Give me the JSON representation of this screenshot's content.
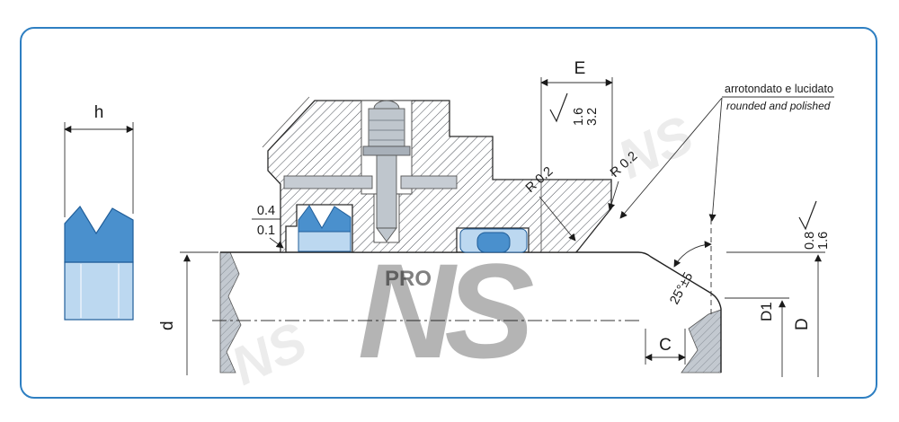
{
  "labels": {
    "h": "h",
    "E": "E",
    "d": "d",
    "C": "C",
    "D": "D",
    "D1": "D1",
    "angle": "25°±5",
    "radius_left": "R 0.2",
    "radius_right": "R 0.2",
    "tol_top": "0.4",
    "tol_bottom": "0.1",
    "finish_top_1": "1.6",
    "finish_top_2": "3.2",
    "finish_right_1": "0.8",
    "finish_right_2": "1.6",
    "note_line1": "arrotondato e lucidato",
    "note_line2": "rounded and polished"
  },
  "watermark": {
    "large": "NS",
    "small": "PRO"
  },
  "colors": {
    "border_blue": "#2e7fc2",
    "seal_dark": "#4a90cd",
    "seal_light": "#bcd8f0",
    "seal_stroke": "#1f5d99",
    "metal_gray": "#bfc6cd",
    "plate_gray": "#c6ccd3"
  }
}
